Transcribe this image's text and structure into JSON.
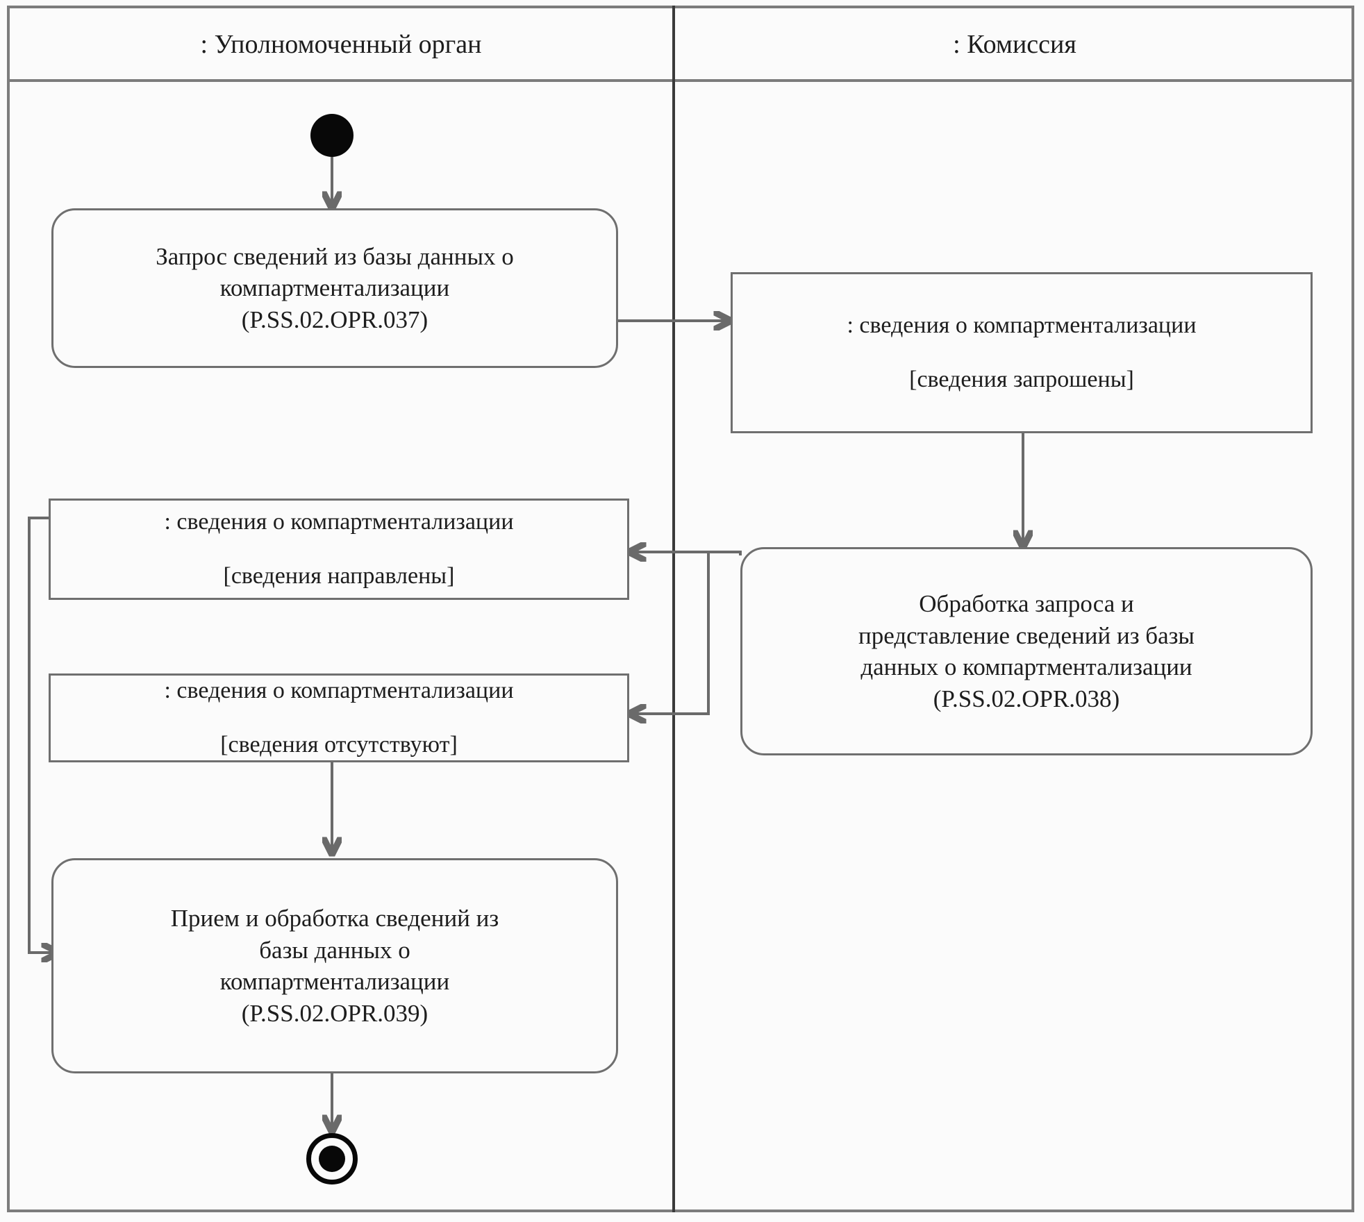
{
  "diagram": {
    "type": "uml-activity-diagram-with-swimlanes",
    "title_text": "",
    "colors": {
      "background": "#fbfbfb",
      "frame_border": "#7c7c7c",
      "lane_divider": "#3a3a3a",
      "node_border": "#6f6f6f",
      "edge": "#6a6a6a",
      "control_node_fill": "#080808",
      "text": "#1d1d1d"
    }
  },
  "swimlanes": [
    {
      "id": "lane-authorized-body",
      "label": ": Уполномоченный орган"
    },
    {
      "id": "lane-commission",
      "label": ": Комиссия"
    }
  ],
  "nodes": {
    "initial": {
      "kind": "initial-node",
      "lane": "lane-authorized-body"
    },
    "final": {
      "kind": "final-node",
      "lane": "lane-authorized-body"
    },
    "activity_request": {
      "kind": "activity",
      "lane": "lane-authorized-body",
      "lines": [
        "Запрос сведений из базы данных о",
        "компартментализации",
        "(P.SS.02.OPR.037)"
      ],
      "code": "P.SS.02.OPR.037"
    },
    "object_requested": {
      "kind": "object-node",
      "lane": "lane-commission",
      "name": ": сведения о компартментализации",
      "state": "[сведения запрошены]"
    },
    "activity_process": {
      "kind": "activity",
      "lane": "lane-commission",
      "lines": [
        "Обработка запроса и",
        "представление сведений из базы",
        "данных о компартментализации",
        "(P.SS.02.OPR.038)"
      ],
      "code": "P.SS.02.OPR.038"
    },
    "object_sent": {
      "kind": "object-node",
      "lane": "lane-authorized-body",
      "name": ": сведения о компартментализации",
      "state": "[сведения направлены]"
    },
    "object_absent": {
      "kind": "object-node",
      "lane": "lane-authorized-body",
      "name": ": сведения о компартментализации",
      "state": "[сведения отсутствуют]"
    },
    "activity_receive": {
      "kind": "activity",
      "lane": "lane-authorized-body",
      "lines": [
        "Прием и обработка сведений из",
        "базы данных о",
        "компартментализации",
        "(P.SS.02.OPR.039)"
      ],
      "code": "P.SS.02.OPR.039"
    }
  },
  "edges": [
    {
      "id": "e1",
      "from": "initial",
      "to": "activity_request",
      "routing": "vertical"
    },
    {
      "id": "e2",
      "from": "activity_request",
      "to": "object_requested",
      "routing": "horizontal-cross-lane"
    },
    {
      "id": "e3",
      "from": "object_requested",
      "to": "activity_process",
      "routing": "vertical"
    },
    {
      "id": "e4",
      "from": "activity_process",
      "to": "object_sent",
      "routing": "horizontal-cross-lane"
    },
    {
      "id": "e5",
      "from": "activity_process",
      "to": "object_absent",
      "routing": "orthogonal-branch-down"
    },
    {
      "id": "e6",
      "from": "object_sent",
      "to": "activity_receive",
      "routing": "orthogonal-left-loop"
    },
    {
      "id": "e7",
      "from": "object_absent",
      "to": "activity_receive",
      "routing": "vertical"
    },
    {
      "id": "e8",
      "from": "activity_receive",
      "to": "final",
      "routing": "vertical"
    }
  ]
}
